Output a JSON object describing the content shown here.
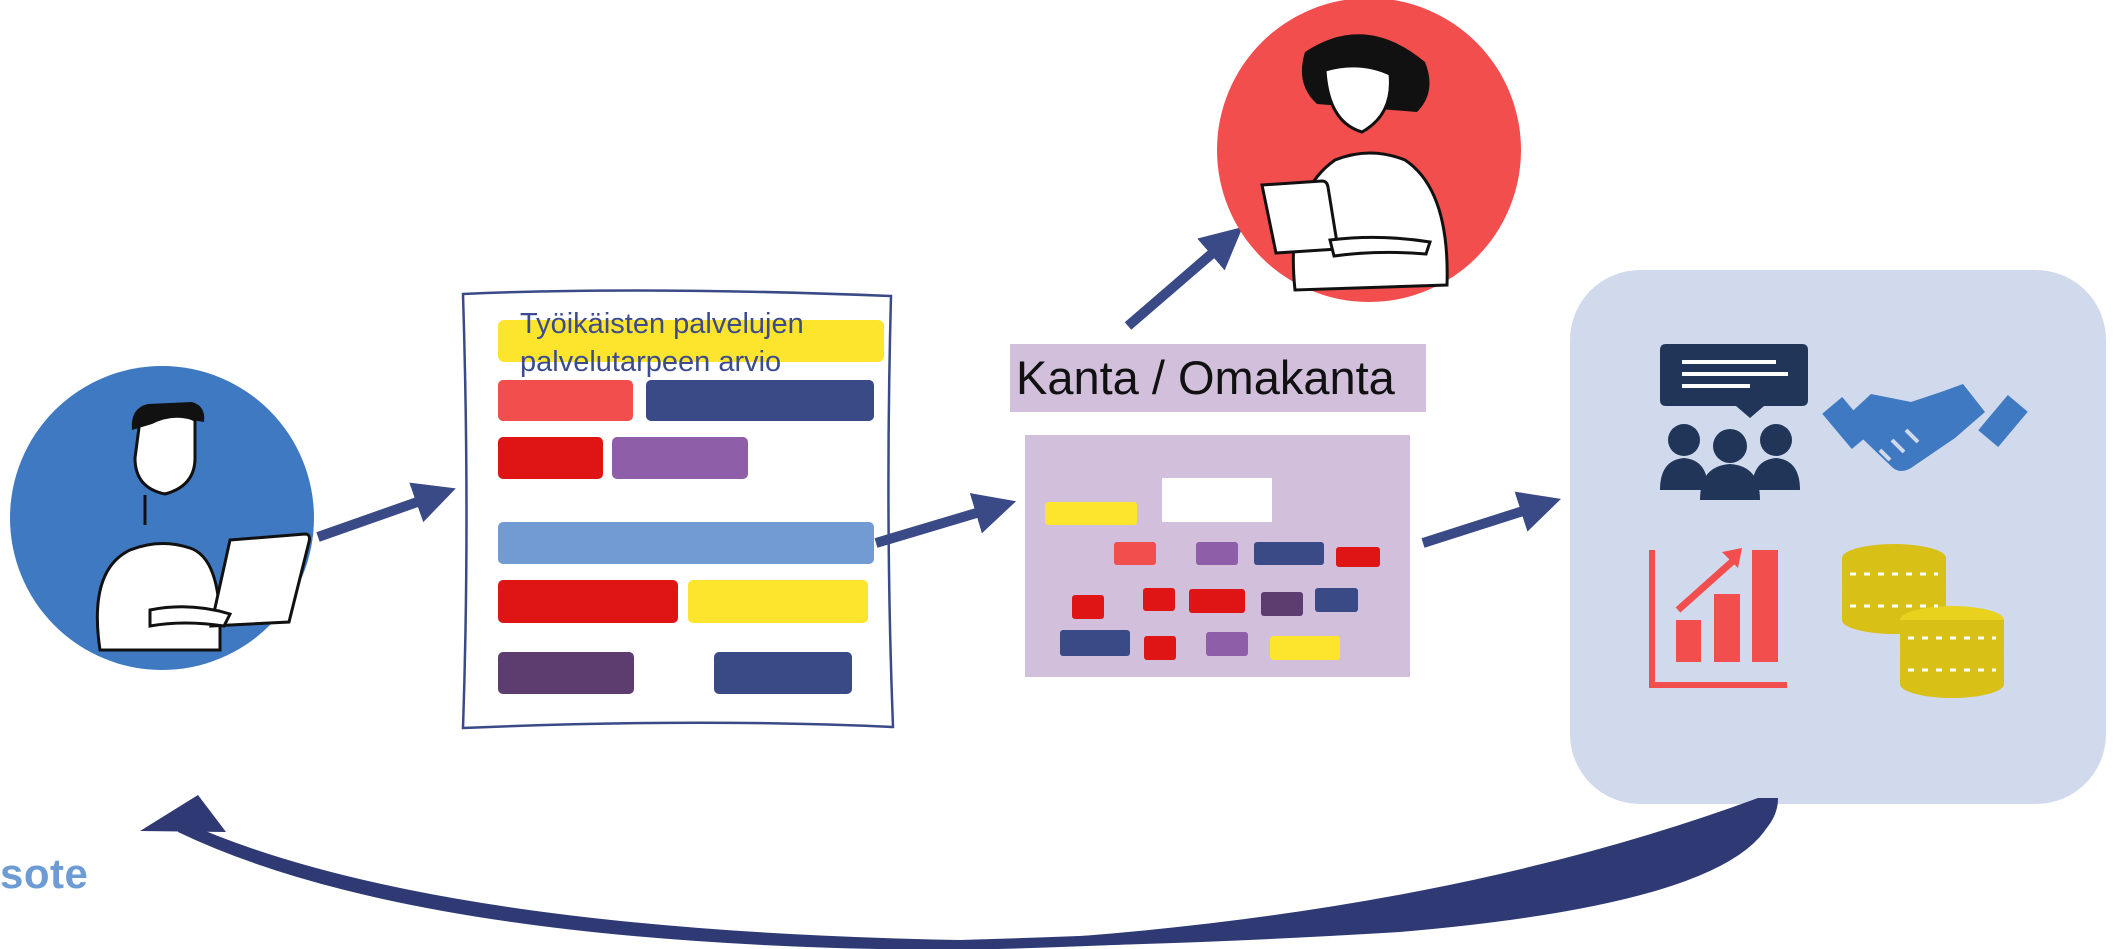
{
  "document": {
    "title_line1": "Työikäisten palvelujen",
    "title_line2": "palvelutarpeen arvio"
  },
  "kanta": {
    "label": "Kanta / Omakanta"
  },
  "logo": {
    "text": "sote"
  },
  "icons": {
    "person_left": "person-with-laptop-icon",
    "person_top": "professional-with-laptop-icon",
    "group_chat": "group-discussion-icon",
    "handshake": "handshake-icon",
    "growth_chart": "growth-chart-icon",
    "coins": "coins-icon"
  },
  "colors": {
    "navy": "#3a4a87",
    "red": "#f24e4e",
    "blue_circle": "#3e79c2",
    "panel": "#d1d9ed",
    "kanta_bg": "#d1bfdc",
    "yellow": "#fde52e",
    "purple": "#8f5ea8"
  }
}
